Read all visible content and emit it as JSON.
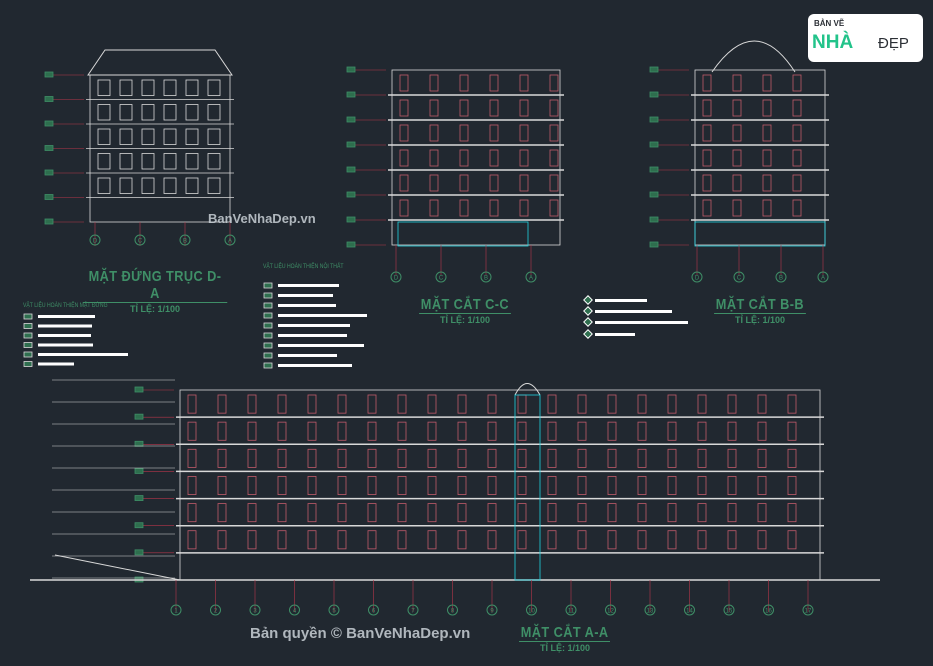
{
  "drawings": {
    "elevation_da": {
      "title": "MẶT ĐỨNG TRỤC D-A",
      "scale": "TỈ LỆ: 1/100",
      "grid_labels": [
        "D",
        "C",
        "B",
        "A"
      ]
    },
    "section_cc": {
      "title": "MẶT CẮT C-C",
      "scale": "TỈ LỆ: 1/100",
      "grid_labels": [
        "D",
        "C",
        "B",
        "A"
      ]
    },
    "section_bb": {
      "title": "MẶT CẮT B-B",
      "scale": "TỈ LỆ: 1/100",
      "grid_labels": [
        "D",
        "C",
        "B",
        "A"
      ]
    },
    "section_aa": {
      "title": "MẶT CẮT A-A",
      "scale": "TỈ LỆ: 1/100",
      "grid_labels": [
        "1",
        "2",
        "3",
        "4",
        "5",
        "6",
        "7",
        "8",
        "9",
        "10",
        "11",
        "12",
        "13",
        "14",
        "15",
        "16",
        "17"
      ]
    }
  },
  "legends": {
    "facade": {
      "title": "VẬT LIỆU HOÀN THIỆN MẶT ĐỨNG"
    },
    "interior": {
      "title": "VẬT LIỆU HOÀN THIỆN NỘI THẤT"
    }
  },
  "watermark": {
    "top": "BanVeNhaDep.vn",
    "bottom": "Bản quyền © BanVeNhaDep.vn"
  },
  "logo": {
    "line1": "BẢN VẼ",
    "line2": "NHÀ",
    "line3": "ĐẸP"
  },
  "colors": {
    "background": "#212830",
    "line": "#d9d9d9",
    "accent": "#21d4e0",
    "grid": "#b5364a",
    "text": "#3f8f67"
  }
}
